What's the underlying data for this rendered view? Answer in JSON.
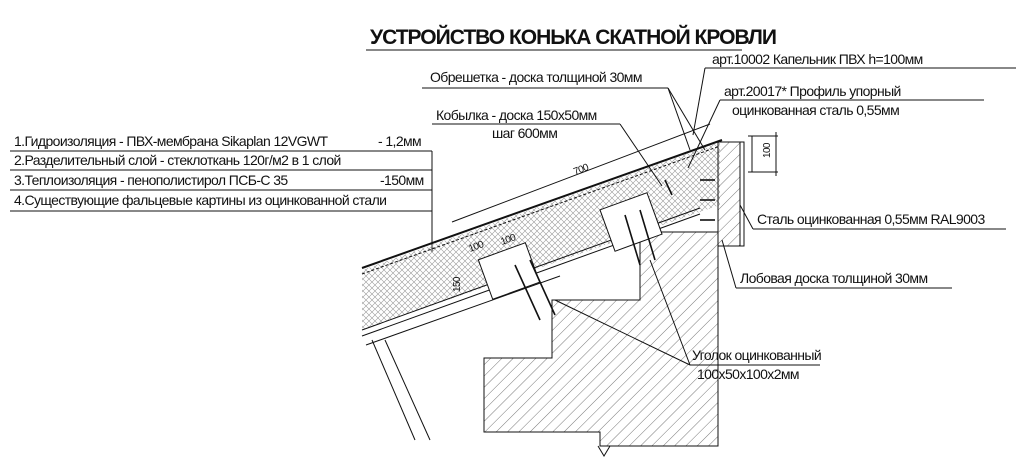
{
  "title": "УСТРОЙСТВО КОНЬКА СКАТНОЙ КРОВЛИ",
  "layers": [
    {
      "text": "1.Гидроизоляция - ПВХ-мембрана Sikaplan 12VGWT",
      "value": "- 1,2мм"
    },
    {
      "text": "2.Разделительный слой - стеклоткань 120г/м2 в 1 слой",
      "value": ""
    },
    {
      "text": "3.Теплоизоляция - пенополистирол ПСБ-С 35",
      "value": "-150мм"
    },
    {
      "text": "4.Существующие фальцевые картины из оцинкованной стали",
      "value": ""
    }
  ],
  "callouts": {
    "obreshetka": "Обрешетка - доска толщиной 30мм",
    "kobylka": "Кобылка - доска 150x50мм",
    "kobylka_step": "шаг 600мм",
    "kapelnik": "арт.10002 Капельник ПВХ h=100мм",
    "profile_1": "арт.20017* Профиль упорный",
    "profile_2": "оцинкованная сталь 0,55мм",
    "steel": "Сталь оцинкованная 0,55мм RAL9003",
    "lobovaya": "Лобовая доска толщиной 30мм",
    "ugolok_1": "Уголок оцинкованный",
    "ugolok_2": "100x50x100x2мм"
  },
  "dimensions": {
    "slope_length": "700",
    "drip_height": "100",
    "bracket_1": "100",
    "bracket_2": "100",
    "insulation": "150"
  }
}
